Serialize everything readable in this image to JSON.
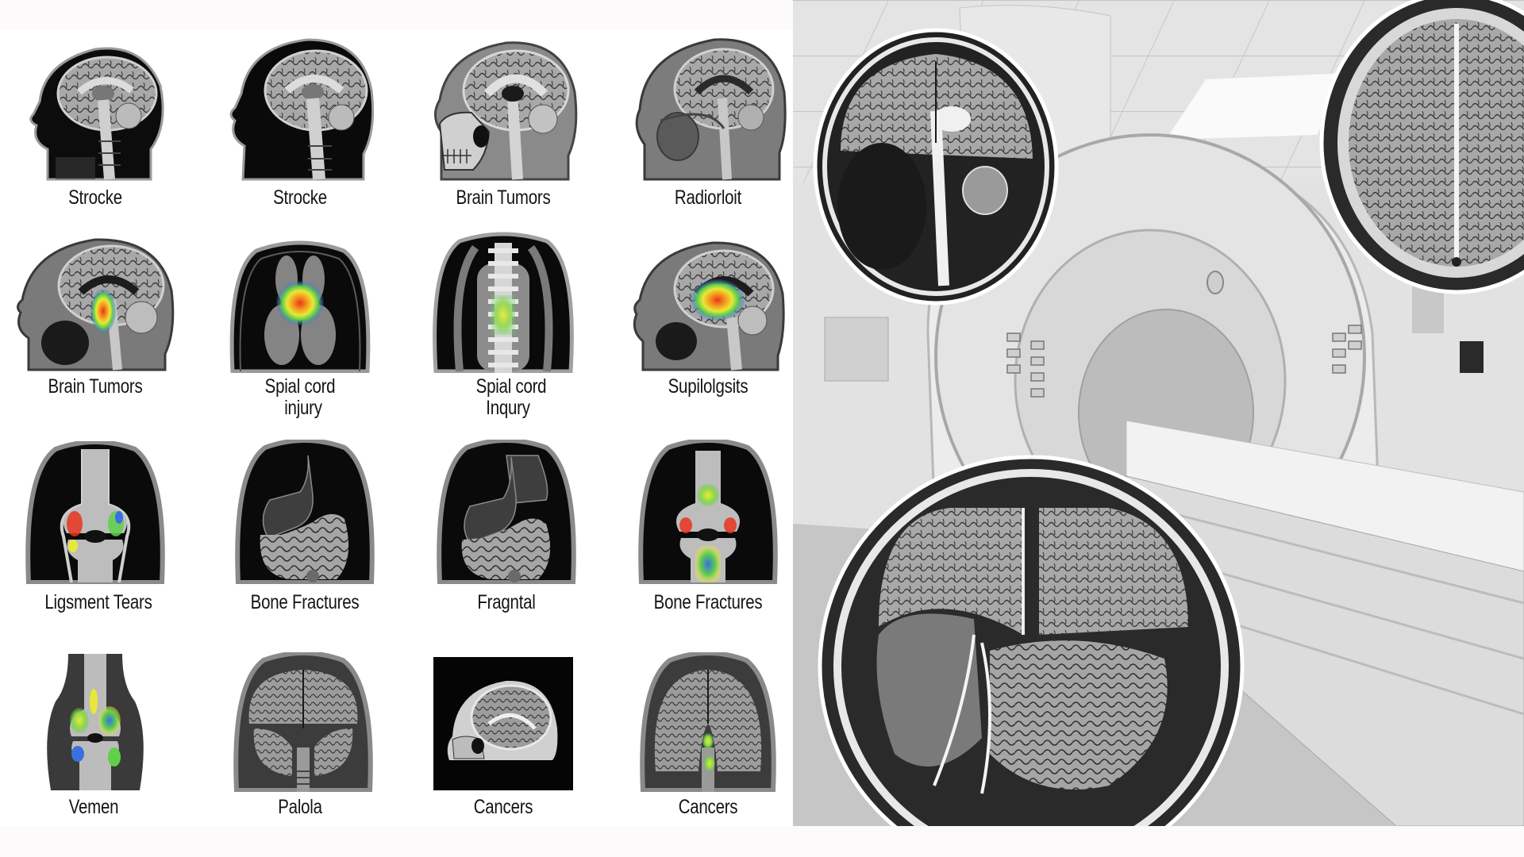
{
  "figure": {
    "description": "Composite medical imaging illustration: grid of MRI scan thumbnails with condition labels and an MRI scanner room photo with overlaid scan slices",
    "colors": {
      "band_background": "#fcfafa",
      "panel_background": "#ffffff",
      "label_text": "#141414",
      "scan_dark": "#0a0a0a",
      "scan_mid": "#6e6e6e",
      "scan_light": "#b4b4b4",
      "heat_red": "#e8351e",
      "heat_orange": "#f59a1c",
      "heat_yellow": "#e8e83a",
      "heat_green": "#5fd04a",
      "heat_blue": "#3a6fe0"
    }
  },
  "grid": {
    "rows": [
      {
        "tiles": [
          {
            "label": "Strocke",
            "view": "sagittal-head",
            "heatmap": "none"
          },
          {
            "label": "Strocke",
            "view": "sagittal-head",
            "heatmap": "none"
          },
          {
            "label": "Brain Tumors",
            "view": "sagittal-head-skull",
            "heatmap": "none"
          },
          {
            "label": "Radiorloit",
            "view": "sagittal-head",
            "heatmap": "none"
          }
        ]
      },
      {
        "tiles": [
          {
            "label": "Brain Tumors",
            "view": "sagittal-head",
            "heatmap": "brainstem"
          },
          {
            "label": "Spial cord",
            "label2": "injury",
            "view": "axial-torso",
            "heatmap": "center"
          },
          {
            "label": "Spial cord",
            "label2": "Inqury",
            "view": "coronal-spine",
            "heatmap": "spine-green"
          },
          {
            "label": "Supilolgsits",
            "view": "sagittal-head",
            "heatmap": "thalamus-red"
          }
        ]
      },
      {
        "tiles": [
          {
            "label": "Ligsment Tears",
            "view": "coronal-knee",
            "heatmap": "joint"
          },
          {
            "label": "Bone Fractures",
            "view": "coronal-abdomen",
            "heatmap": "none"
          },
          {
            "label": "Fragntal",
            "view": "coronal-abdomen",
            "heatmap": "none"
          },
          {
            "label": "Bone Fractures",
            "view": "coronal-knee",
            "heatmap": "joint-tibia"
          }
        ]
      },
      {
        "tiles": [
          {
            "label": "Vemen",
            "view": "knee-joint",
            "heatmap": "blue-green"
          },
          {
            "label": "Palola",
            "view": "coronal-brain",
            "heatmap": "none"
          },
          {
            "label": "Cancers",
            "view": "sagittal-head-boxed",
            "heatmap": "none"
          },
          {
            "label": "Cancers",
            "view": "coronal-brain",
            "heatmap": "green-spots"
          }
        ]
      }
    ]
  },
  "photo": {
    "scene": "MRI scanner room (grayscale)",
    "overlays": [
      {
        "name": "scan-overlay-top-left",
        "view": "axial-brain-stem"
      },
      {
        "name": "scan-overlay-top-right",
        "view": "axial-brain"
      },
      {
        "name": "scan-overlay-bottom",
        "view": "axial-brain-abdomen"
      }
    ]
  }
}
